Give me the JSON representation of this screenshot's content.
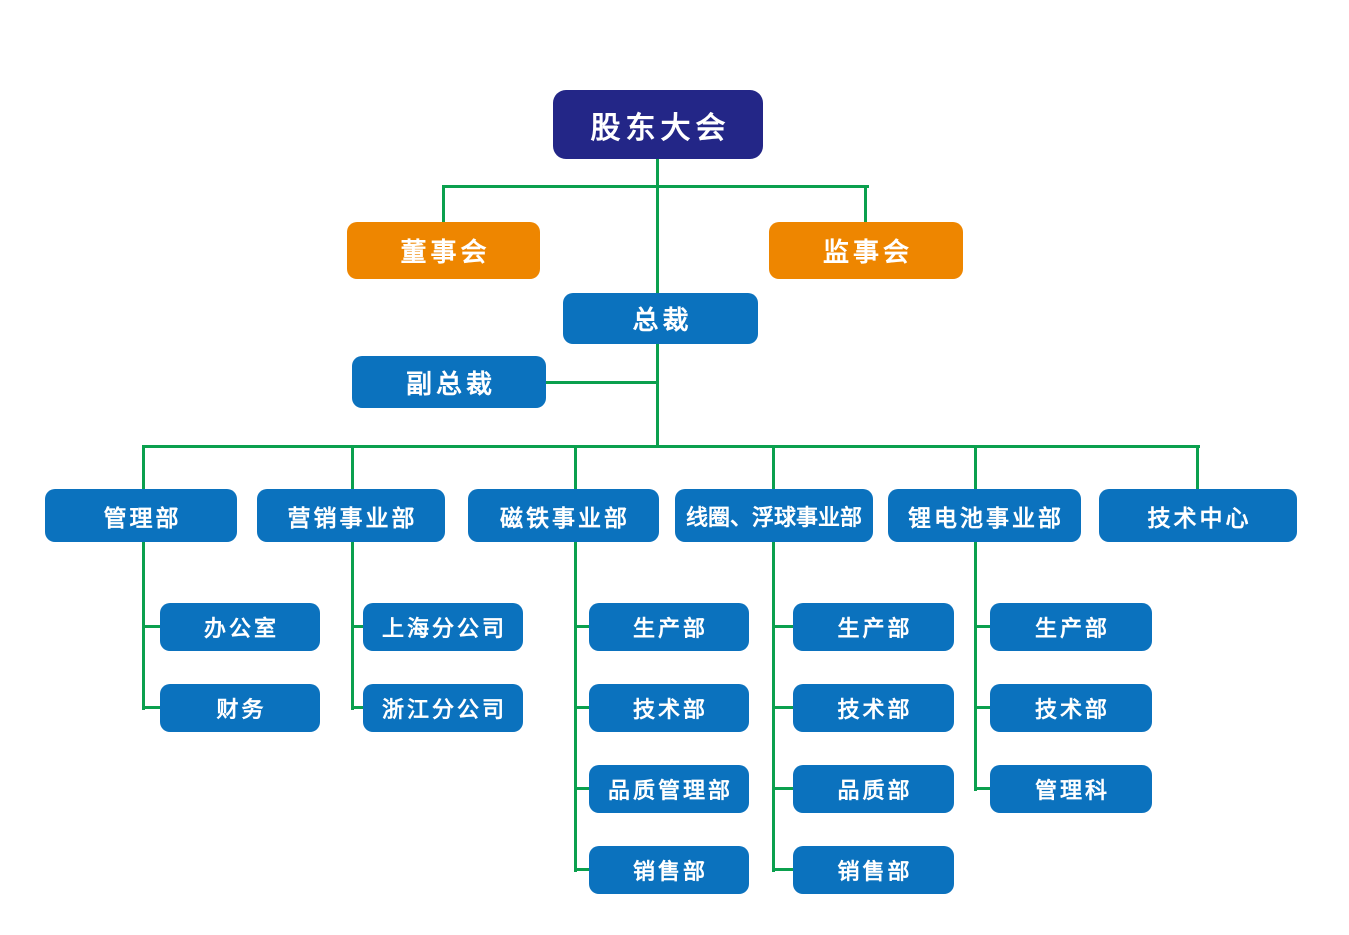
{
  "org_chart": {
    "colors": {
      "root_box": "#232687",
      "committee_box": "#ee8600",
      "node_box": "#0b72be",
      "connector_line": "#0ba04e",
      "text": "#ffffff",
      "background": "#ffffff"
    },
    "root": {
      "label": "股东大会"
    },
    "committees": [
      {
        "label": "董事会"
      },
      {
        "label": "监事会"
      }
    ],
    "president": {
      "label": "总裁"
    },
    "vice_president": {
      "label": "副总裁"
    },
    "departments": [
      {
        "label": "管理部",
        "children": [
          {
            "label": "办公室"
          },
          {
            "label": "财务"
          }
        ]
      },
      {
        "label": "营销事业部",
        "children": [
          {
            "label": "上海分公司"
          },
          {
            "label": "浙江分公司"
          }
        ]
      },
      {
        "label": "磁铁事业部",
        "children": [
          {
            "label": "生产部"
          },
          {
            "label": "技术部"
          },
          {
            "label": "品质管理部"
          },
          {
            "label": "销售部"
          }
        ]
      },
      {
        "label": "线圈、浮球事业部",
        "children": [
          {
            "label": "生产部"
          },
          {
            "label": "技术部"
          },
          {
            "label": "品质部"
          },
          {
            "label": "销售部"
          }
        ]
      },
      {
        "label": "锂电池事业部",
        "children": [
          {
            "label": "生产部"
          },
          {
            "label": "技术部"
          },
          {
            "label": "管理科"
          }
        ]
      },
      {
        "label": "技术中心",
        "children": []
      }
    ]
  }
}
